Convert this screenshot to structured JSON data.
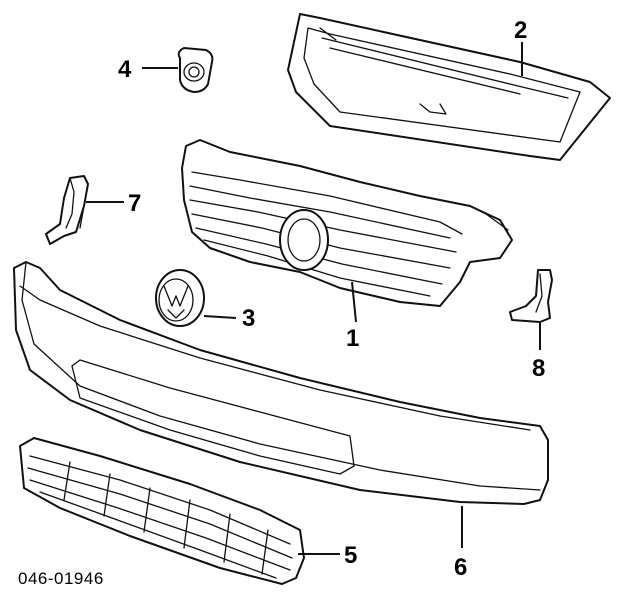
{
  "diagram": {
    "callouts": [
      {
        "id": "c1",
        "label": "1"
      },
      {
        "id": "c2",
        "label": "2"
      },
      {
        "id": "c3",
        "label": "3"
      },
      {
        "id": "c4",
        "label": "4"
      },
      {
        "id": "c5",
        "label": "5"
      },
      {
        "id": "c6",
        "label": "6"
      },
      {
        "id": "c7",
        "label": "7"
      },
      {
        "id": "c8",
        "label": "8"
      }
    ],
    "figure_code": "046-01946"
  }
}
